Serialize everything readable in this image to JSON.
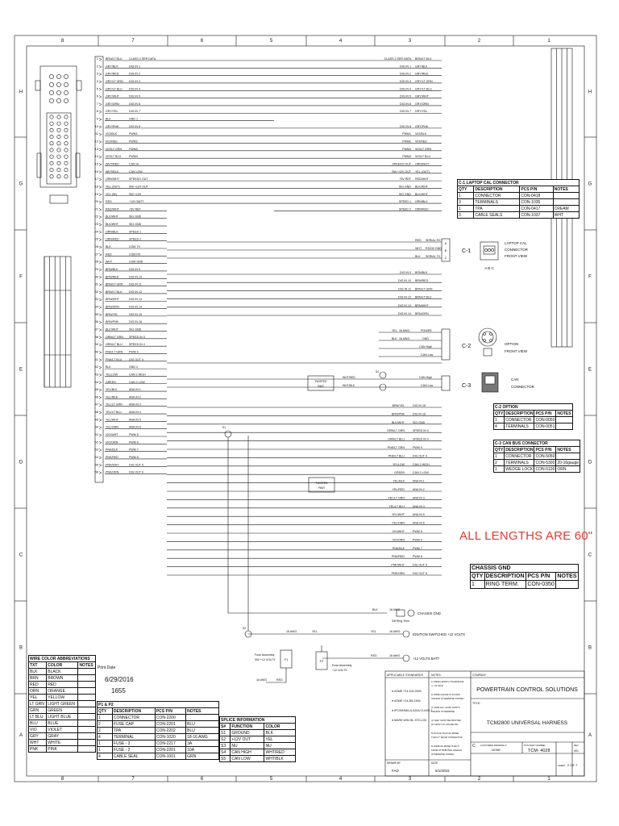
{
  "border": {
    "columns": [
      "8",
      "7",
      "6",
      "5",
      "4",
      "3",
      "2",
      "1"
    ],
    "rows": [
      "H",
      "G",
      "F",
      "E",
      "D",
      "C",
      "B",
      "A"
    ]
  },
  "left_wires": [
    {
      "n": "1",
      "color": "BRN/LT BLU",
      "func": "CLASS 2 SER DATA"
    },
    {
      "n": "2",
      "color": "GRY/BLK",
      "func": "DIG IN 1"
    },
    {
      "n": "3",
      "color": "GRY/RED",
      "func": "DIG IN 2"
    },
    {
      "n": "4",
      "color": "GRY/LT GRN",
      "func": "DIG IN 3"
    },
    {
      "n": "5",
      "color": "GRY/LT BLU",
      "func": "DIG IN 4"
    },
    {
      "n": "6",
      "color": "GRY/WHT",
      "func": "DIG IN 5"
    },
    {
      "n": "7",
      "color": "GRY/ORN",
      "func": "DIG IN 6"
    },
    {
      "n": "8",
      "color": "GRY/YEL",
      "func": "DIG IN 7"
    },
    {
      "n": "9",
      "color": "BLK",
      "func": "GND 1"
    },
    {
      "n": "10",
      "color": "GRY/PNK",
      "func": "DIG IN 8"
    },
    {
      "n": "11",
      "color": "VIO/BLK",
      "func": "PWM1"
    },
    {
      "n": "12",
      "color": "VIO/RED",
      "func": "PWM2"
    },
    {
      "n": "13",
      "color": "VIO/LT GRN",
      "func": "PWM3"
    },
    {
      "n": "14",
      "color": "VIO/LT BLU",
      "func": "PWM4"
    },
    {
      "n": "15",
      "color": "WHT/RED",
      "func": "CAN HI"
    },
    {
      "n": "16",
      "color": "WHT/BLK",
      "func": "CAN LOW"
    },
    {
      "n": "17",
      "color": "ORN/WHT",
      "func": "SPEEDO OUT"
    },
    {
      "n": "18",
      "color": "YEL (OUT)",
      "func": "SW +12V OUT"
    },
    {
      "n": "19",
      "color": "YEL (IN)",
      "func": "SW +12V"
    },
    {
      "n": "20",
      "color": "RED",
      "func": "+12V BATT"
    },
    {
      "n": "21",
      "color": "RED/WHT",
      "func": "+5V REF"
    },
    {
      "n": "22",
      "color": "BLK/WHT",
      "func": "SIG GND"
    },
    {
      "n": "23",
      "color": "BLK/WHT",
      "func": "SIG GND"
    },
    {
      "n": "24",
      "color": "ORN/BLK",
      "func": "SPEED 1"
    },
    {
      "n": "25",
      "color": "ORN/RED",
      "func": "SPEED 2"
    },
    {
      "n": "26",
      "color": "BLK",
      "func": "COM TX"
    },
    {
      "n": "27",
      "color": "RED",
      "func": "COM RX"
    },
    {
      "n": "28",
      "color": "WHT",
      "func": "COM GND"
    },
    {
      "n": "29",
      "color": "BRN/BLK",
      "func": "DIG IN 9"
    },
    {
      "n": "30",
      "color": "BRN/RED",
      "func": "DIG IN 10"
    },
    {
      "n": "31",
      "color": "BRN/LT GRN",
      "func": "DIG IN 11"
    },
    {
      "n": "32",
      "color": "BRN/LT BLU",
      "func": "DIG IN 12"
    },
    {
      "n": "33",
      "color": "BRN/WHT",
      "func": "DIG IN 13"
    },
    {
      "n": "34",
      "color": "BRN/ORN",
      "func": "DIG IN 14"
    },
    {
      "n": "35",
      "color": "BRN/YEL",
      "func": "DIG IN 15"
    },
    {
      "n": "36",
      "color": "BRN/PNK",
      "func": "DIG IN 16"
    },
    {
      "n": "37",
      "color": "BLK/WHT",
      "func": "SIG GND"
    },
    {
      "n": "38",
      "color": "ORN/LT GRN",
      "func": "SPEED IN 3"
    },
    {
      "n": "39",
      "color": "ORN/LT BLU",
      "func": "SPEED IN 4"
    },
    {
      "n": "40",
      "color": "PNK/LT GRN",
      "func": "PWM 9"
    },
    {
      "n": "41",
      "color": "PNK/LT BLU",
      "func": "DIG OUT 4"
    },
    {
      "n": "42",
      "color": "BLK",
      "func": "GND 2"
    },
    {
      "n": "43",
      "color": "YELLOW",
      "func": "CAN 2 HIGH"
    },
    {
      "n": "44",
      "color": "GREEN",
      "func": "CAN 2 LOW"
    },
    {
      "n": "45",
      "color": "YEL/BLK",
      "func": "ANA IN 1"
    },
    {
      "n": "46",
      "color": "YEL/RED",
      "func": "ANA IN 2"
    },
    {
      "n": "47",
      "color": "YEL/LT GRN",
      "func": "ANA IN 3"
    },
    {
      "n": "48",
      "color": "YEL/LT BLU",
      "func": "ANA IN 4"
    },
    {
      "n": "49",
      "color": "YEL/WHT",
      "func": "ANA IN 5"
    },
    {
      "n": "50",
      "color": "YEL/ORN",
      "func": "ANA IN 6"
    },
    {
      "n": "51",
      "color": "VIO/WHT",
      "func": "PWM 5"
    },
    {
      "n": "52",
      "color": "VIO/ORN",
      "func": "PWM 6"
    },
    {
      "n": "53",
      "color": "PNK/BLK",
      "func": "PWM 7"
    },
    {
      "n": "54",
      "color": "PNK/RED",
      "func": "PWM 8"
    },
    {
      "n": "55",
      "color": "PNK/WHT",
      "func": "DIG OUT 5"
    },
    {
      "n": "56",
      "color": "PNK/ORN",
      "func": "DIG OUT 6"
    }
  ],
  "right_wires": [
    {
      "func": "CLASS 2 SER DATA",
      "color": "BRN/LT BLU"
    },
    {
      "func": "DIG IN 1",
      "color": "GRY/BLK"
    },
    {
      "func": "DIG IN 2",
      "color": "GRY/RED"
    },
    {
      "func": "DIG IN 3",
      "color": "GRY/LT GRN"
    },
    {
      "func": "DIG IN 4",
      "color": "GRY/LT BLU"
    },
    {
      "func": "DIG IN 5",
      "color": "GRY/WHT"
    },
    {
      "func": "DIG IN 6",
      "color": "GRY/ORN"
    },
    {
      "func": "DIG IN 7",
      "color": "GRY/YEL"
    },
    {
      "func": "DIG IN 8",
      "color": "GRY/PNK"
    },
    {
      "func": "PWM1",
      "color": "VIO/BLK"
    },
    {
      "func": "PWM2",
      "color": "VIO/RED"
    },
    {
      "func": "PWM3",
      "color": "VIO/LT GRN"
    },
    {
      "func": "PWM4",
      "color": "VIO/LT BLU"
    },
    {
      "func": "SPEEDO OUT",
      "color": "ORN/WHT"
    },
    {
      "func": "SW +12V OUT",
      "color": "YEL (OUT)"
    },
    {
      "func": "+5V REF",
      "color": "RED/WHT"
    },
    {
      "func": "SIG GND",
      "color": "BLK/WHT"
    },
    {
      "func": "SIG GND",
      "color": "BLK/WHT"
    },
    {
      "func": "SPEED 1",
      "color": "ORN/BLK"
    },
    {
      "func": "SPEED 2",
      "color": "ORN/RED"
    }
  ],
  "right_wires_mid": [
    {
      "func": "DIG IN 9",
      "color": "BRN/BLK"
    },
    {
      "func": "DIG IN 10",
      "color": "BRN/RED"
    },
    {
      "func": "DIG IN 11",
      "color": "BRN/LT GRN"
    },
    {
      "func": "DIG IN 12",
      "color": "BRN/LT BLU"
    },
    {
      "func": "DIG IN 13",
      "color": "BRN/WHT"
    },
    {
      "func": "DIG IN 14",
      "color": "BRN/ORN"
    }
  ],
  "right_wires_low": [
    {
      "a": "BRN/YEL",
      "b": "DIG IN 15"
    },
    {
      "a": "BRN/PNK",
      "b": "DIG IN 16"
    },
    {
      "a": "BLK/WHT",
      "b": "SIG GND"
    },
    {
      "a": "ORN/LT GRN",
      "b": "SPEED IN 3"
    },
    {
      "a": "ORN/LT BLU",
      "b": "SPEED IN 4"
    },
    {
      "a": "PNK/LT GRN",
      "b": "PWM 9"
    },
    {
      "a": "PNK/LT BLU",
      "b": "DIG OUT 4"
    },
    {
      "a": "YELLOW",
      "b": "CAN 2 HIGH"
    },
    {
      "a": "GREEN",
      "b": "CAN 2 LOW"
    },
    {
      "a": "YEL/BLK",
      "b": "ANA IN 1"
    },
    {
      "a": "YEL/RED",
      "b": "ANA IN 2"
    },
    {
      "a": "YEL/LT GRN",
      "b": "ANA IN 3"
    },
    {
      "a": "YEL/LT BLU",
      "b": "ANA IN 4"
    },
    {
      "a": "YEL/WHT",
      "b": "ANA IN 5"
    },
    {
      "a": "YEL/ORN",
      "b": "ANA IN 6"
    },
    {
      "a": "VIO/WHT",
      "b": "PWM 5"
    },
    {
      "a": "VIO/ORN",
      "b": "PWM 6"
    },
    {
      "a": "PNK/BLK",
      "b": "PWM 7"
    },
    {
      "a": "PNK/RED",
      "b": "PWM 8"
    },
    {
      "a": "PNK/WHT",
      "b": "DIG OUT 5"
    },
    {
      "a": "PNK/ORN",
      "b": "DIG OUT 6"
    }
  ],
  "labels": {
    "serial_rx": "SERIAL RX",
    "rs232_gnd": "RS232 GND",
    "serial_tx": "SERIAL TX",
    "red": "RED",
    "wht": "WHT",
    "blk": "BLK",
    "c1": "C-1",
    "c1_title": "LAPTOP CAL CONNECTOR FRONT VIEW",
    "c1_pins": "A B C",
    "c2": "C-2",
    "c2_title": "OPTION FRONT VIEW",
    "c3": "C-3",
    "c3_title": "CAN CONNECTOR",
    "c2_power": "POWER",
    "c2_gnd": "GND",
    "c2_canhigh": "CAN High",
    "c2_canlow": "CAN Low",
    "yel": "YEL",
    "gauge16": "16 AWG",
    "canhigh": "CAN High",
    "canlow": "CAN Low",
    "twisted1": "TWISTED PAIR",
    "whtred": "WHT/RED",
    "whtblk": "WHT/BLK",
    "twisted2": "TWISTED PAIR",
    "red_note": "ALL LENGTHS ARE 60\"",
    "chassis_gnd": "CHASSIS GND",
    "ring_term": "3/8 Ring Term",
    "ignition": "IGNITION SWITCHED +12 VOLTS",
    "batt": "+12 VOLTS BATT",
    "fuse1": "Fuse Assembly SW +12 VOLTS",
    "fuse2": "Fuse Assembly +12 VOLTS",
    "f1": "F1",
    "f2": "F2",
    "s1": "S1",
    "s2": "S2",
    "s3": "S3",
    "s4": "S4"
  },
  "c1_table": {
    "title": "C-1 LAPTOP CAL CONNECTOR",
    "header": [
      "QTY",
      "DESCRIPTION",
      "PCS P/N",
      "NOTES"
    ],
    "rows": [
      [
        "1",
        "CONNECTOR",
        "CON-0418",
        ""
      ],
      [
        "3",
        "TERMINALS",
        "CON-1035",
        ""
      ],
      [
        "1",
        "TPA",
        "CON-0417",
        "CREAM"
      ],
      [
        "3",
        "CABLE SEALS",
        "CON-1037",
        "WHT"
      ]
    ]
  },
  "c2_table": {
    "title": "C-2 OPTION",
    "header": [
      "QTY",
      "DESCRIPTION",
      "PCS P/N",
      "NOTES"
    ],
    "rows": [
      [
        "1",
        "CONNECTOR",
        "CON-0050",
        ""
      ],
      [
        "4",
        "TERMINALS",
        "CON-0051",
        ""
      ]
    ]
  },
  "c3_table": {
    "title": "C-3 CAN BUS CONNECTOR",
    "header": [
      "QTY",
      "DESCRIPTION",
      "PCS P/N",
      "NOTES"
    ],
    "rows": [
      [
        "1",
        "CONNECTOR",
        "CON-5050",
        ""
      ],
      [
        "2",
        "TERMINALS",
        "CON-5300",
        "20-16gauge"
      ],
      [
        "1",
        "WEDGE LOCK",
        "CON-5100",
        "ORN"
      ]
    ]
  },
  "chassis_table": {
    "title": "CHASSIS GND",
    "header": [
      "QTY",
      "DESCRIPTION",
      "PCS P/N",
      "NOTES"
    ],
    "rows": [
      [
        "1",
        "RING TERM.",
        "CON-0350",
        ""
      ]
    ]
  },
  "abbr_table": {
    "title": "WIRE COLOR ABBREVIATIONS",
    "header": [
      "TXT",
      "COLOR",
      "NOTES"
    ],
    "rows": [
      [
        "BLK",
        "BLACK"
      ],
      [
        "BRN",
        "BROWN"
      ],
      [
        "RED",
        "RED"
      ],
      [
        "ORN",
        "ORANGE"
      ],
      [
        "YEL",
        "YELLOW"
      ],
      [
        "LT GRN",
        "LIGHT GREEN"
      ],
      [
        "GRN",
        "GREEN"
      ],
      [
        "LT BLU",
        "LIGHT BLUE"
      ],
      [
        "BLU",
        "BLUE"
      ],
      [
        "VIO",
        "VIOLET"
      ],
      [
        "GRY",
        "GRAY"
      ],
      [
        "WHT",
        "WHITE"
      ],
      [
        "PNK",
        "PINK"
      ]
    ]
  },
  "print_date": {
    "label": "Print Date",
    "date": "6/29/2016",
    "time": "1655"
  },
  "p1_table": {
    "title": "P1 & P2",
    "header": [
      "QTY",
      "DESCRIPTION",
      "PCS P/N",
      "NOTES"
    ],
    "rows": [
      [
        "1",
        "CONNECTOR",
        "CON-2200",
        ""
      ],
      [
        "2",
        "FUSE CAP.",
        "CON-2201",
        "BLU"
      ],
      [
        "2",
        "TPA",
        "CON-2202",
        "BLU"
      ],
      [
        "4",
        "TERMINAL",
        "CON-1020",
        "18-16 AWG"
      ],
      [
        "1",
        "FUSE - 3",
        "CON-2217",
        "3A"
      ],
      [
        "1",
        "FUSE - 2",
        "CON-2201",
        "10A"
      ],
      [
        "4",
        "CABLE SEAL",
        "CON-1001",
        "GRN"
      ]
    ]
  },
  "splice_table": {
    "title": "SPLICE INFORMATION",
    "header": [
      "S#",
      "FUNCTION",
      "COLOR"
    ],
    "rows": [
      [
        "S1",
        "GROUND",
        "BLK"
      ],
      [
        "S2",
        "+12V OUT",
        "YEL"
      ],
      [
        "S3",
        "NU",
        "NU"
      ],
      [
        "S4",
        "CAN HIGH",
        "WHT/RED"
      ],
      [
        "S5",
        "CAN LOW",
        "WHT/BLK"
      ]
    ]
  },
  "title_block": {
    "applicable": "APPLICABLE STANDARDS",
    "standards": [
      "ASME Y14.100-2000",
      "ASME Y14.5M-1994",
      "IPC/WHMA-A-620A CLASS 2",
      "MARK WW ML-STD-130"
    ],
    "notes_label": "NOTES:",
    "notes": [
      "1) WIRE LENGTH TOLERANCE +/- 10 INCH",
      "2) WIRE GAUGE IS 20 AWG UNLESS OTHERWISE STATED",
      "3) TAPE ALL LOOM JOINTS UNLESS OTHERWISE",
      "4) THEY MUST BE PRINTED AT LEAST 10 UTILIZE PIN",
      "5) PLACE TAGS AS MORE THAN 2\" FROM CONNECTOR",
      "6) WIRE AS MORE THAN 5 FROM ATTRIBUTES UNLESS OTHERWISE STATED"
    ],
    "company_label": "COMPANY:",
    "company": "POWERTRAIN CONTROL SOLUTIONS",
    "title_label": "TITLE:",
    "title": "TCM2800 UNIVERSAL HARNESS",
    "drawn_label": "DRAWN BY",
    "drawn": "FAD",
    "date_label": "DATE",
    "date": "5/1/2015",
    "cust_label": "CUSTOMER DRAWING #",
    "cust": "NONE",
    "pcs_label": "PCS PART NUMBER",
    "pcs": "TCM- 4028",
    "rev_label": "REV",
    "rev": "001",
    "size": "C",
    "sheet_label": "SHEET",
    "sheet": "2 OF 7"
  }
}
